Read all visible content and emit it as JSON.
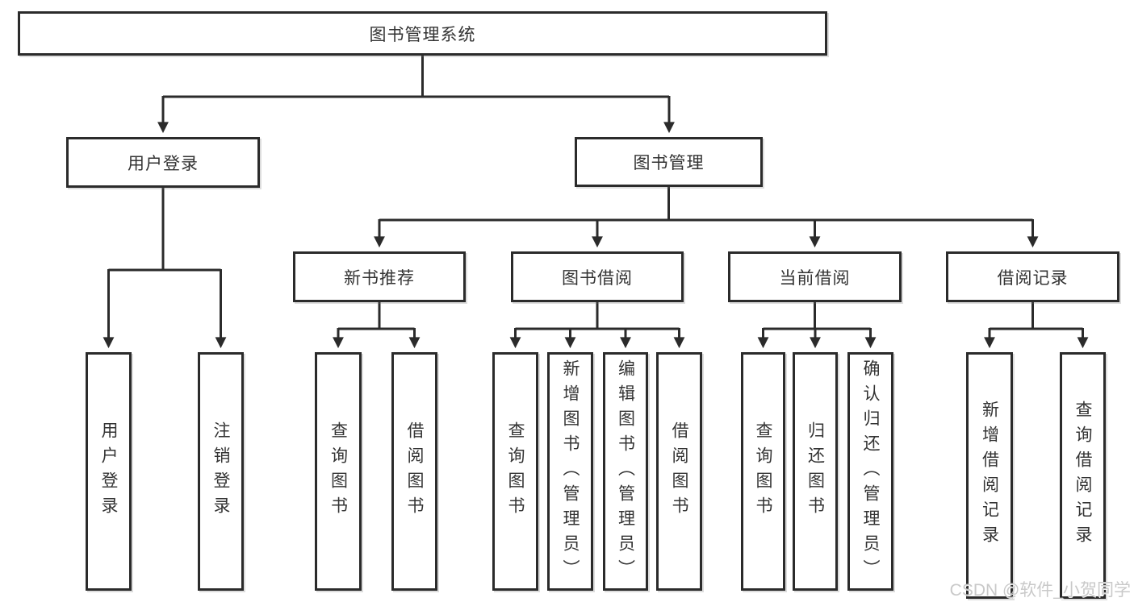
{
  "colors": {
    "line": "#2b2b2b",
    "text": "#333333",
    "background": "#ffffff",
    "watermark": "#c9c9c9"
  },
  "watermark": "CSDN @软件_小贺同学",
  "tree": {
    "label": "图书管理系统",
    "children": [
      {
        "label": "用户登录",
        "children": [
          {
            "label": "用户登录"
          },
          {
            "label": "注销登录"
          }
        ]
      },
      {
        "label": "图书管理",
        "children": [
          {
            "label": "新书推荐",
            "children": [
              {
                "label": "查询图书"
              },
              {
                "label": "借阅图书"
              }
            ]
          },
          {
            "label": "图书借阅",
            "children": [
              {
                "label": "查询图书"
              },
              {
                "label": "新增图书（管理员）"
              },
              {
                "label": "编辑图书（管理员）"
              },
              {
                "label": "借阅图书"
              }
            ]
          },
          {
            "label": "当前借阅",
            "children": [
              {
                "label": "查询图书"
              },
              {
                "label": "归还图书"
              },
              {
                "label": "确认归还（管理员）"
              }
            ]
          },
          {
            "label": "借阅记录",
            "children": [
              {
                "label": "新增借阅记录"
              },
              {
                "label": "查询借阅记录"
              }
            ]
          }
        ]
      }
    ]
  }
}
